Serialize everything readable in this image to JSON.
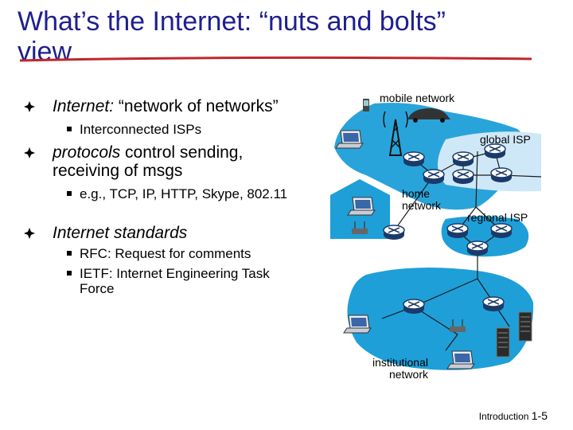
{
  "slide": {
    "title": "What’s the Internet: “nuts and bolts” view",
    "bullets": {
      "b1_italic": "Internet:",
      "b1_rest": " “network of networks”",
      "b1_sub": "Interconnected ISPs",
      "b2_italic": "protocols",
      "b2_rest": " control sending, receiving of msgs",
      "b2_sub": "e.g., TCP, IP, HTTP, Skype, 802.11",
      "b3_italic": "Internet  standards",
      "b3_sub1": "RFC: Request for comments",
      "b3_sub2": "IETF: Internet Engineering Task Force"
    },
    "diagram": {
      "mobile_network": "mobile network",
      "global_isp": "global ISP",
      "home_network": "home network",
      "regional_isp": "regional ISP",
      "institutional_network": "institutional network"
    },
    "footer": {
      "label": "Introduction",
      "page": "1-5"
    },
    "colors": {
      "title": "#1f1f8f",
      "rule": "#c0262d",
      "cloud": "#1e9fd8",
      "cloud_light": "#cfe8f8"
    }
  }
}
